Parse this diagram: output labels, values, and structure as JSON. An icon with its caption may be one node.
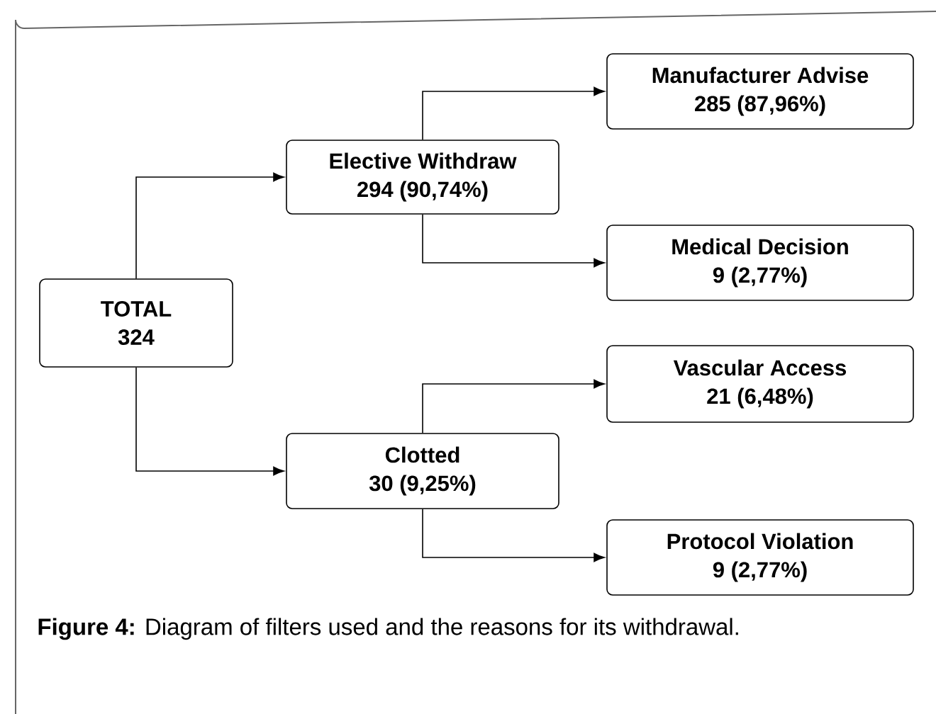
{
  "diagram": {
    "caption": "**Figure 4:** Diagram of filters used and the reasons for its withdrawal.",
    "nodes": [
      {
        "text": [
          "TOTAL",
          "324"
        ]
      },
      {
        "text": [
          "Elective Withdraw",
          "294 (90,74%)"
        ]
      },
      {
        "text": [
          "Manufacturer Advise",
          "285 (87,96%)"
        ]
      },
      {
        "text": [
          "Medical Decision",
          "9 (2,77%)"
        ]
      },
      {
        "text": [
          "Clotted",
          "30 (9,25%)"
        ]
      },
      {
        "text": [
          "Vascular Access",
          "21 (6,48%)"
        ]
      },
      {
        "text": [
          "Protocol Violation",
          "9 (2,77%)"
        ]
      }
    ],
    "edges": [
      {
        "from": 0,
        "to": 1,
        "arrow": "to"
      },
      {
        "from": 1,
        "to": 2,
        "arrow": "to"
      },
      {
        "from": 1,
        "to": 3,
        "arrow": "to"
      },
      {
        "from": 0,
        "to": 4,
        "arrow": "to"
      },
      {
        "from": 4,
        "to": 5,
        "arrow": "to"
      },
      {
        "from": 4,
        "to": 6,
        "arrow": "to"
      }
    ]
  }
}
